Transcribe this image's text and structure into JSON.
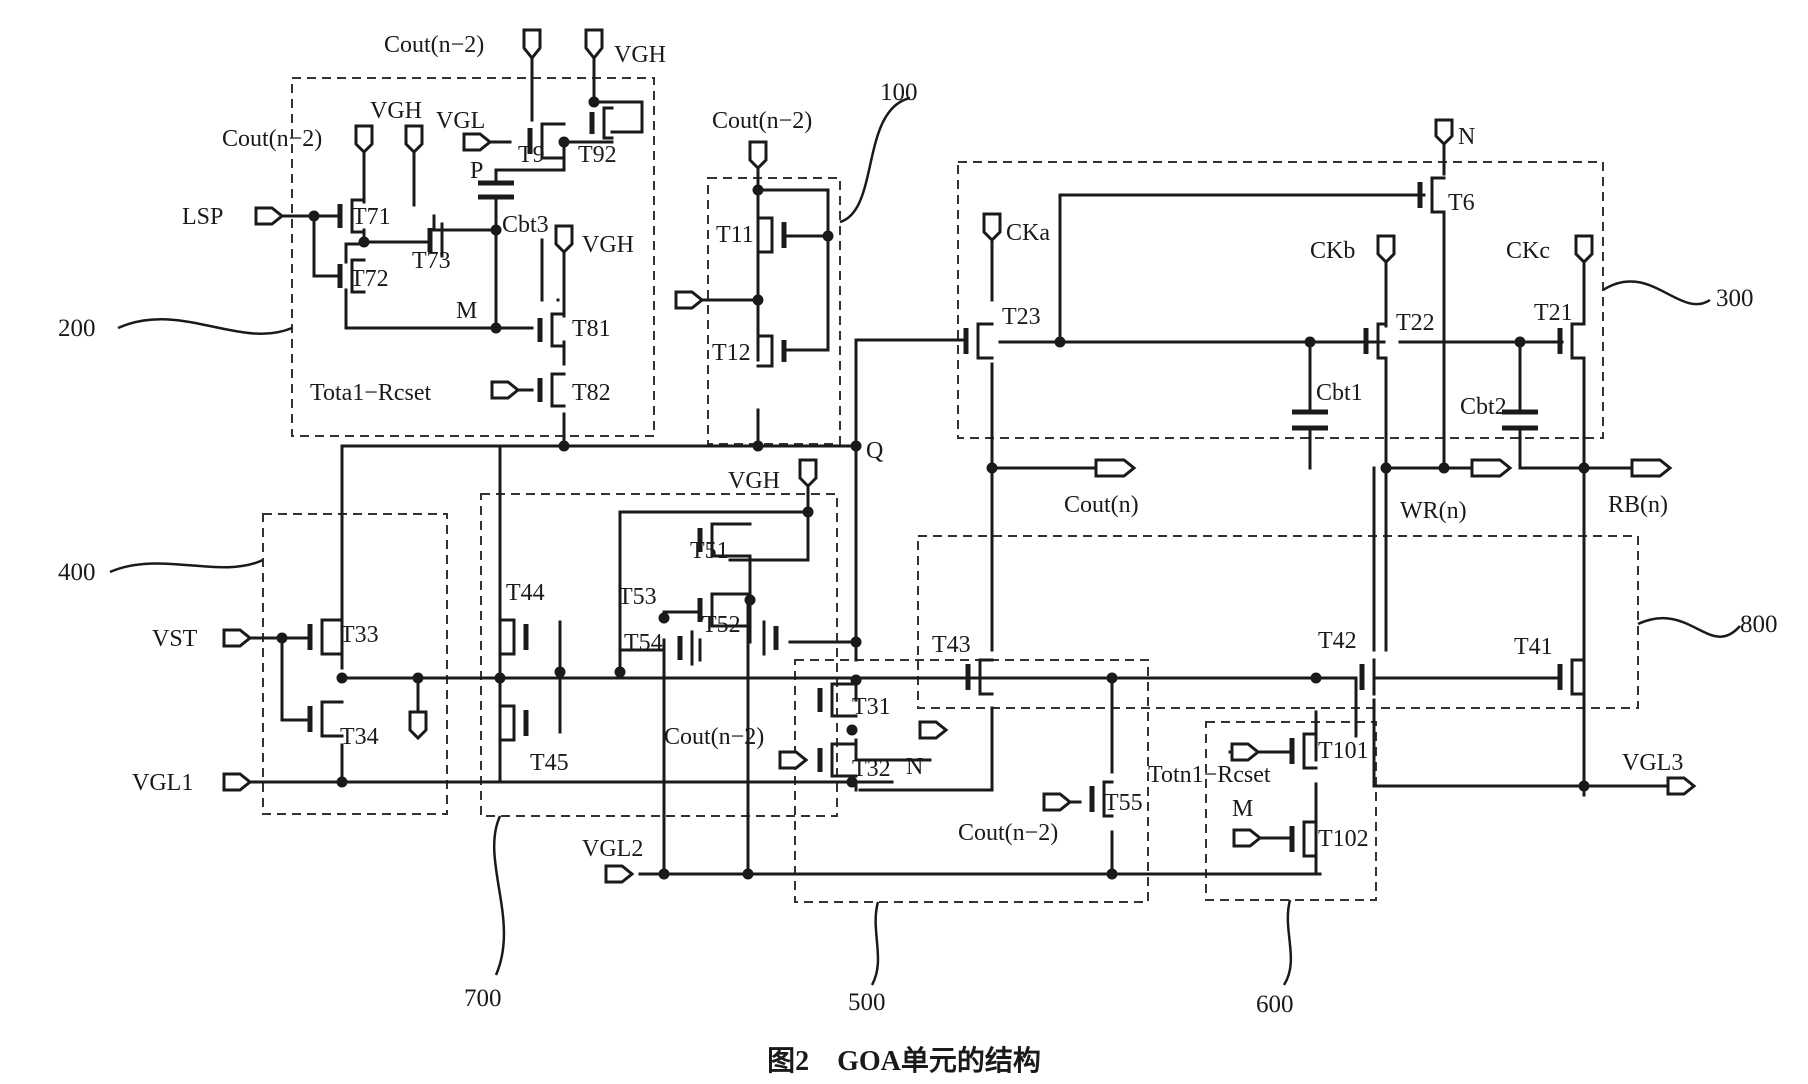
{
  "caption": "图2　GOA单元的结构",
  "blocks": {
    "b100": "100",
    "b200": "200",
    "b300": "300",
    "b400": "400",
    "b500": "500",
    "b600": "600",
    "b700": "700",
    "b800": "800"
  },
  "transistors": {
    "t9": "T9",
    "t92": "T92",
    "t71": "T71",
    "t72": "T72",
    "t73": "T73",
    "t81": "T81",
    "t82": "T82",
    "t11": "T11",
    "t12": "T12",
    "t6": "T6",
    "t23": "T23",
    "t22": "T22",
    "t21": "T21",
    "t33": "T33",
    "t34": "T34",
    "t44": "T44",
    "t45": "T45",
    "t51": "T51",
    "t52": "T52",
    "t53": "T53",
    "t54": "T54",
    "t31": "T31",
    "t32": "T32",
    "t43": "T43",
    "t42": "T42",
    "t41": "T41",
    "t55": "T55",
    "t101": "T101",
    "t102": "T102"
  },
  "capacitors": {
    "cbt3": "Cbt3",
    "cbt1": "Cbt1",
    "cbt2": "Cbt2"
  },
  "signals": {
    "cout_n2_top": "Cout(n−2)",
    "vgh_top": "VGH",
    "vgl_top": "VGL",
    "vgh_b200": "VGH",
    "cout_n2_b200": "Cout(n−2)",
    "vgh_t81": "VGH",
    "lsp": "LSP",
    "p_node": "P",
    "m_node": "M",
    "total_reset_200": "Tota1−Rcset",
    "cout_n2_b100": "Cout(n−2)",
    "q_node": "Q",
    "n_top": "N",
    "cka": "CKa",
    "ckb": "CKb",
    "ckc": "CKc",
    "cout_n": "Cout(n)",
    "wr_n": "WR(n)",
    "rb_n": "RB(n)",
    "vgh_b700": "VGH",
    "vst": "VST",
    "vgl1": "VGL1",
    "vgl2": "VGL2",
    "vgl3": "VGL3",
    "cout_n2_t32": "Cout(n−2)",
    "n_t32": "N",
    "cout_n2_t55": "Cout(n−2)",
    "total_reset_600": "Totn1−Rcset",
    "m_node_600": "M"
  }
}
